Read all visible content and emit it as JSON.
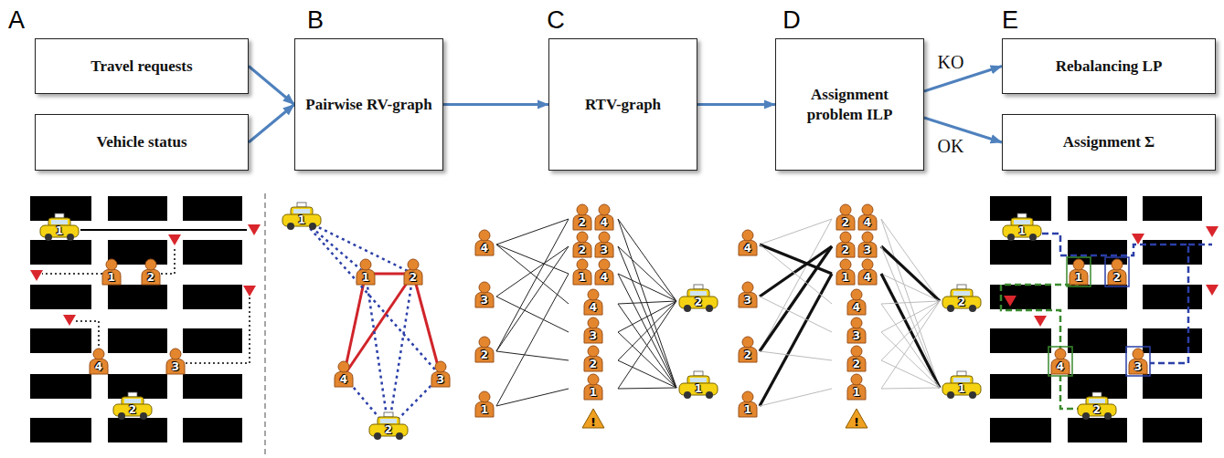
{
  "diagram": {
    "nodes": [
      {
        "text": [
          "Travel requests"
        ]
      },
      {
        "text": [
          "Vehicle status"
        ]
      },
      {
        "text": [
          "Pairwise RV-graph"
        ]
      },
      {
        "text": [
          "RTV-graph"
        ]
      },
      {
        "text": [
          "Assignment problem ILP"
        ]
      },
      {
        "text": [
          "Rebalancing LP"
        ]
      },
      {
        "text": [
          "Assignment Σ"
        ]
      }
    ],
    "edges": [
      {
        "from": 0,
        "to": 2,
        "arrow": "to"
      },
      {
        "from": 1,
        "to": 2,
        "arrow": "to"
      },
      {
        "from": 2,
        "to": 3,
        "arrow": "to"
      },
      {
        "from": 3,
        "to": 4,
        "arrow": "to"
      },
      {
        "from": 4,
        "to": 5,
        "label": "KO",
        "arrow": "to"
      },
      {
        "from": 4,
        "to": 6,
        "label": "OK",
        "arrow": "to"
      }
    ],
    "labels": [
      "A",
      "B",
      "C",
      "D",
      "E",
      "1",
      "2",
      "1",
      "2",
      "3",
      "4",
      "1",
      "2",
      "1",
      "2",
      "3",
      "4",
      "4",
      "3",
      "2",
      "1",
      "2",
      "4",
      "2",
      "3",
      "1",
      "4",
      "4",
      "3",
      "2",
      "1",
      "!",
      "2",
      "1",
      "4",
      "3",
      "2",
      "1",
      "2",
      "4",
      "2",
      "3",
      "1",
      "4",
      "4",
      "3",
      "2",
      "1",
      "!",
      "2",
      "1",
      "1",
      "2",
      "1",
      "2",
      "3",
      "4"
    ]
  }
}
